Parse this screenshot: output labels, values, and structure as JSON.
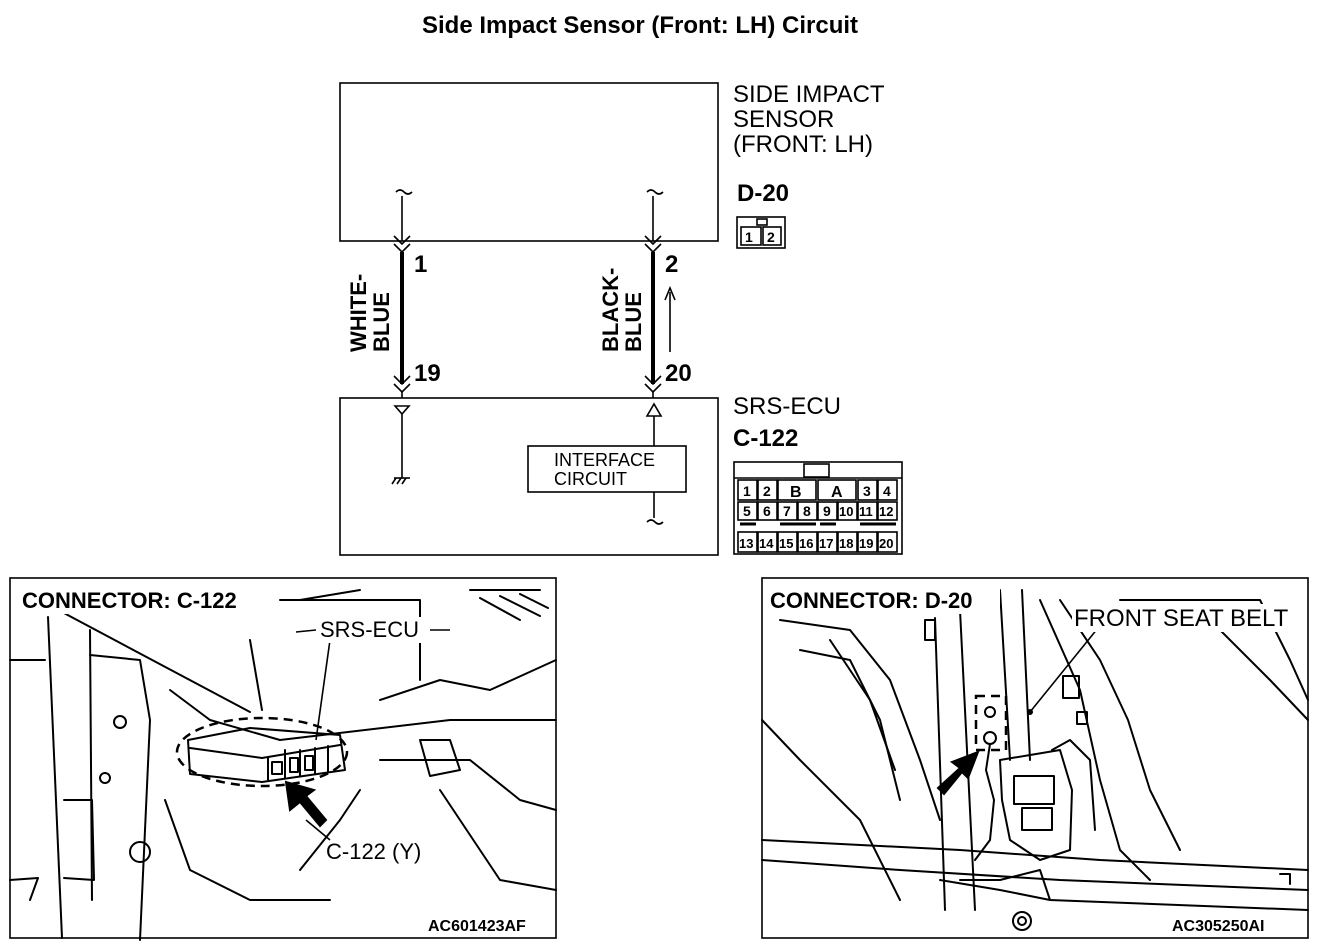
{
  "title": "Side Impact Sensor (Front: LH) Circuit",
  "sensor": {
    "name_lines": [
      "SIDE IMPACT",
      "SENSOR",
      "(FRONT: LH)"
    ],
    "connector": "D-20",
    "connector_pins": [
      "1",
      "2"
    ]
  },
  "wires": [
    {
      "color_lines": [
        "WHITE-",
        "BLUE"
      ],
      "sensor_pin": "1",
      "ecu_pin": "19"
    },
    {
      "color_lines": [
        "BLACK-",
        "BLUE"
      ],
      "sensor_pin": "2",
      "ecu_pin": "20"
    }
  ],
  "ecu": {
    "name": "SRS-ECU",
    "connector": "C-122",
    "interface_lines": [
      "INTERFACE",
      "CIRCUIT"
    ],
    "connector_rows": [
      [
        "1",
        "2",
        "B",
        "A",
        "3",
        "4"
      ],
      [
        "5",
        "6",
        "7",
        "8",
        "9",
        "10",
        "11",
        "12"
      ],
      [
        "13",
        "14",
        "15",
        "16",
        "17",
        "18",
        "19",
        "20"
      ]
    ]
  },
  "panel_left": {
    "heading": "CONNECTOR: C-122",
    "callout_ecu": "SRS-ECU",
    "callout_connector": "C-122 (Y)",
    "code": "AC601423AF"
  },
  "panel_right": {
    "heading": "CONNECTOR: D-20",
    "callout_belt": "FRONT SEAT BELT",
    "code": "AC305250AI"
  }
}
